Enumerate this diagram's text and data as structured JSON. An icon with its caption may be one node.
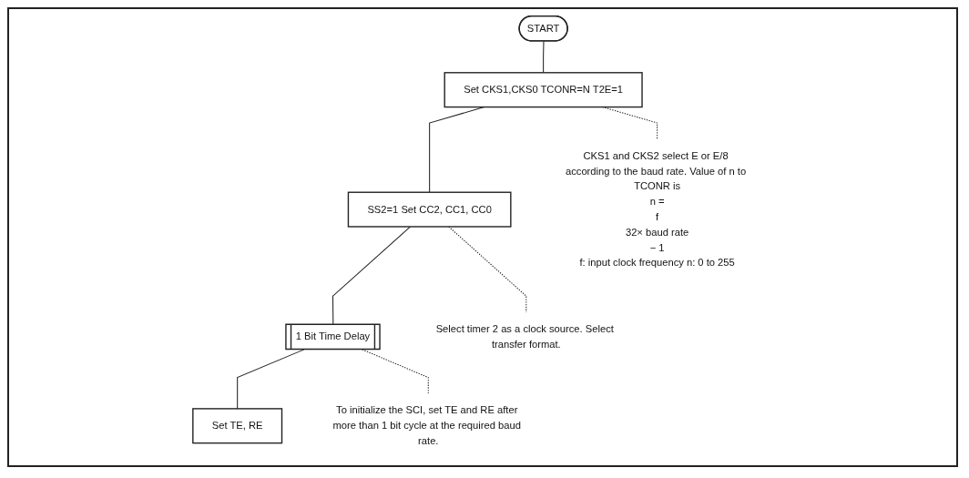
{
  "diagram": {
    "nodes": [
      {
        "text": [
          "START"
        ]
      },
      {
        "text": [
          "Set CKS1,CKS0 TCONR=N T2E=1"
        ]
      },
      {
        "text": [
          "SS2=1 Set CC2, CC1, CC0"
        ]
      },
      {
        "text": [
          "1 Bit Time Delay"
        ]
      },
      {
        "text": [
          "Set TE, RE"
        ]
      },
      {
        "text": [
          "CKS1 and CKS2 select E or E/8 according to the baud rate. Value of n to TCONR is",
          "n =",
          "f",
          "32× baud rate",
          "− 1",
          "f: input clock frequency n: 0 to 255"
        ]
      },
      {
        "text": [
          "Select timer 2 as a clock source. Select transfer format."
        ]
      },
      {
        "text": [
          "To initialize the SCI, set TE and RE after more than 1 bit cycle at the required baud rate."
        ]
      }
    ],
    "edges": [
      {
        "from": 0,
        "to": 1,
        "arrow": "none"
      },
      {
        "from": 1,
        "to": 2,
        "arrow": "none"
      },
      {
        "from": 2,
        "to": 3,
        "arrow": "none"
      },
      {
        "from": 3,
        "to": 4,
        "arrow": "none"
      },
      {
        "from": 1,
        "to": 5,
        "arrow": "none",
        "style": "dashed"
      },
      {
        "from": 2,
        "to": 6,
        "arrow": "none",
        "style": "dashed"
      },
      {
        "from": 3,
        "to": 7,
        "arrow": "none",
        "style": "dashed"
      }
    ]
  }
}
